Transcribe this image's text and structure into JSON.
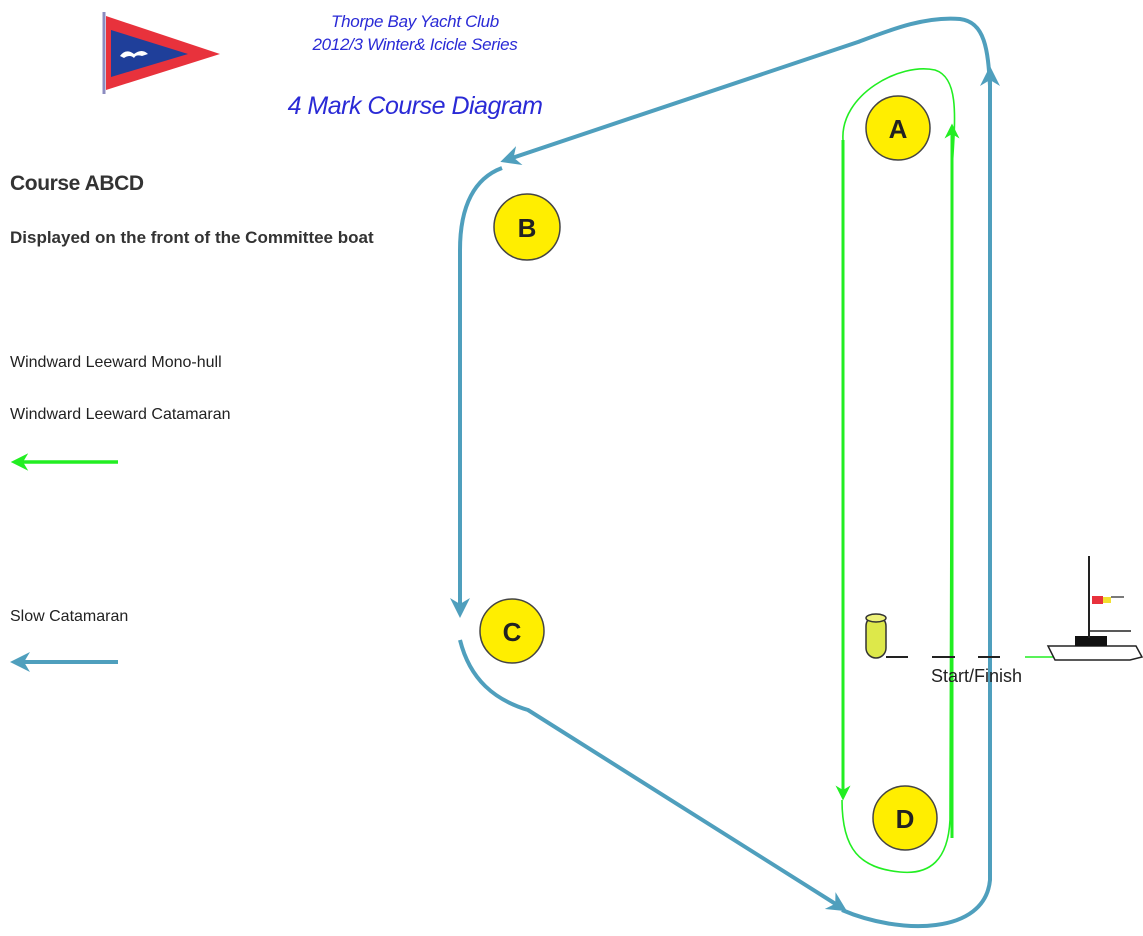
{
  "header": {
    "club_name": "Thorpe Bay Yacht Club",
    "series": "2012/3 Winter& Icicle Series",
    "diagram_title": "4 Mark Course Diagram"
  },
  "info": {
    "course": "Course ABCD",
    "display_note": "Displayed on the front of the Committee boat"
  },
  "legend": {
    "items": [
      {
        "label": "Windward Leeward Mono-hull"
      },
      {
        "label": "Windward Leeward Catamaran"
      },
      {
        "label": "Slow Catamaran"
      }
    ],
    "colors": {
      "windward_leeward": "#22ee22",
      "slow_catamaran": "#4f9fbd"
    }
  },
  "marks": [
    {
      "id": "A",
      "label": "A"
    },
    {
      "id": "B",
      "label": "B"
    },
    {
      "id": "C",
      "label": "C"
    },
    {
      "id": "D",
      "label": "D"
    }
  ],
  "start_finish": {
    "label": "Start/Finish"
  },
  "colors": {
    "mark_fill": "#ffee00",
    "title_blue": "#2a2ad6",
    "burgee_red": "#e8323c",
    "burgee_blue": "#1f3f9a"
  }
}
